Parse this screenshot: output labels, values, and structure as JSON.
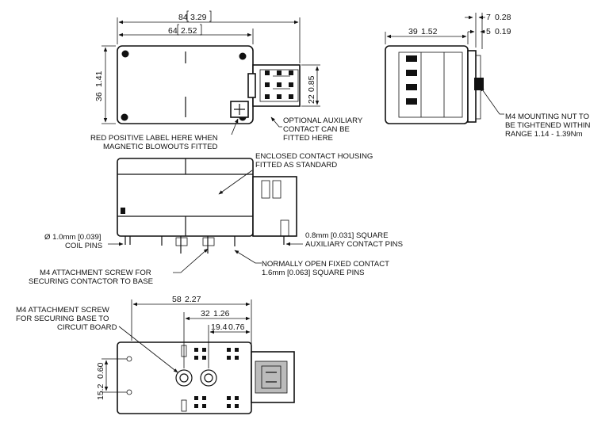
{
  "dimensions": {
    "top_overall": {
      "mm": "84",
      "in": "3.29"
    },
    "top_body": {
      "mm": "64",
      "in": "2.52"
    },
    "top_height": {
      "mm": "36",
      "in": "1.41"
    },
    "aux_height": {
      "mm": "22",
      "in": "0.85"
    },
    "side_width": {
      "mm": "39",
      "in": "1.52"
    },
    "side_pin7": {
      "mm": "7",
      "in": "0.28"
    },
    "side_pin5": {
      "mm": "5",
      "in": "0.19"
    },
    "base_58": {
      "mm": "58",
      "in": "2.27"
    },
    "base_32": {
      "mm": "32",
      "in": "1.26"
    },
    "base_19": {
      "mm": "19.4",
      "in": "0.76"
    },
    "base_height": {
      "mm": "15.2",
      "in": "0.60"
    }
  },
  "notes": {
    "optional_aux": [
      "OPTIONAL AUXILIARY",
      "CONTACT CAN BE",
      "FITTED HERE"
    ],
    "red_label": [
      "RED POSITIVE LABEL HERE WHEN",
      "MAGNETIC BLOWOUTS FITTED"
    ],
    "m4_nut": [
      "M4 MOUNTING NUT TO",
      "BE TIGHTENED WITHIN",
      "RANGE 1.14 - 1.39Nm"
    ],
    "housing": [
      "ENCLOSED CONTACT HOUSING",
      "FITTED AS STANDARD"
    ],
    "coil_pins": [
      "Ø 1.0mm [0.039]",
      "COIL PINS"
    ],
    "aux_pins": [
      "0.8mm [0.031] SQUARE",
      "AUXILIARY CONTACT PINS"
    ],
    "screw_contactor": [
      "M4 ATTACHMENT SCREW FOR",
      "SECURING CONTACTOR TO BASE"
    ],
    "no_contact": [
      "NORMALLY OPEN FIXED CONTACT",
      "1.6mm [0.063] SQUARE PINS"
    ],
    "screw_base": [
      "M4 ATTACHMENT SCREW",
      "FOR SECURING BASE TO",
      "CIRCUIT BOARD"
    ]
  }
}
